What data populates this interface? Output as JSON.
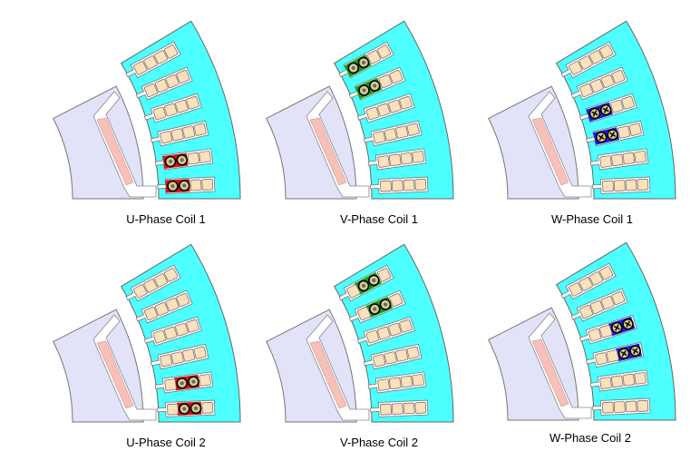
{
  "colors": {
    "stator": "#4dffff",
    "rotor": "#e2e2f8",
    "magnet": "#f8c0b8",
    "conductor": "#fde0bc",
    "U": "#e01010",
    "V": "#10a010",
    "W": "#1c1ce8"
  },
  "panels": [
    {
      "label": "U-Phase Coil 1",
      "phase": "U",
      "symbol": "dot",
      "slots": [
        0,
        1
      ],
      "positions": [
        0,
        1
      ]
    },
    {
      "label": "V-Phase Coil 1",
      "phase": "V",
      "symbol": "dot",
      "slots": [
        4,
        5
      ],
      "positions": [
        0,
        1
      ]
    },
    {
      "label": "W-Phase Coil 1",
      "phase": "W",
      "symbol": "cross",
      "slots": [
        2,
        3
      ],
      "positions": [
        0,
        1
      ]
    },
    {
      "label": "U-Phase Coil 2",
      "phase": "U",
      "symbol": "dot",
      "slots": [
        0,
        1
      ],
      "positions": [
        1,
        2
      ]
    },
    {
      "label": "V-Phase Coil 2",
      "phase": "V",
      "symbol": "dot",
      "slots": [
        4,
        5
      ],
      "positions": [
        1,
        2
      ]
    },
    {
      "label": "W-Phase Coil 2",
      "phase": "W",
      "symbol": "cross",
      "slots": [
        2,
        3
      ],
      "positions": [
        2,
        3
      ]
    }
  ]
}
